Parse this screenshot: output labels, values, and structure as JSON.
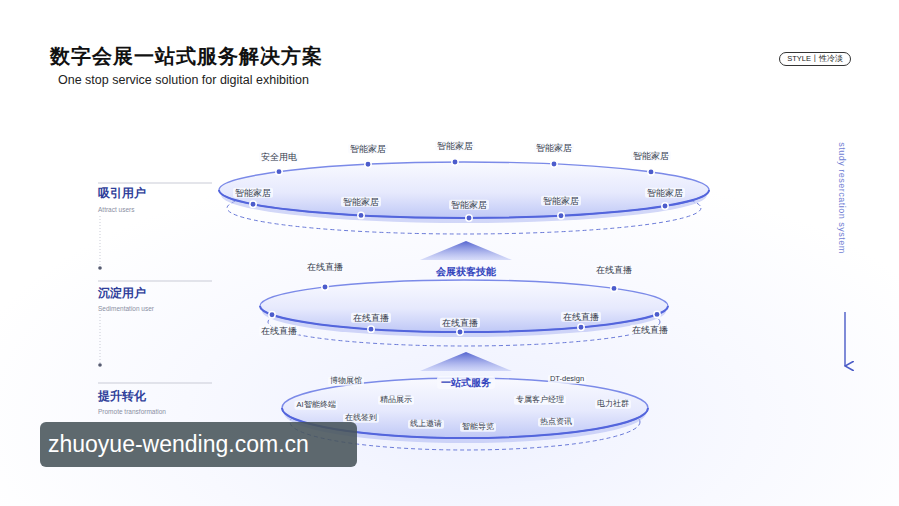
{
  "diagram": {
    "title": "数字会展一站式服务解决方案",
    "caption": "One stop service solution for digital exhibition",
    "nodes": [
      {
        "text": [
          "STYLE丨性冷淡"
        ]
      },
      {
        "text": [
          "安全用电",
          "智能家居",
          "智能家居",
          "智能家居",
          "智能家居",
          "智能家居",
          "智能家居",
          "智能家居",
          "智能家居",
          "智能家居"
        ]
      },
      {
        "text": [
          "会展获客技能"
        ]
      },
      {
        "text": [
          "在线直播",
          "在线直播",
          "在线直播",
          "在线直播",
          "在线直播",
          "在线直播",
          "在线直播"
        ]
      },
      {
        "text": [
          "一站式服务"
        ]
      },
      {
        "text": [
          "博物展馆",
          "DT-design",
          "AI智能终端",
          "精品展示",
          "专属客户经理",
          "电力社群",
          "在线签到",
          "线上邀请",
          "智能导览",
          "热点资讯"
        ]
      }
    ],
    "labels": [
      "吸引用户",
      "Attract users",
      "沉淀用户",
      "Sedimentation user",
      "提升转化",
      "Promote transformation",
      "study resercation system",
      "zhuoyue-wending.com.cn"
    ]
  }
}
